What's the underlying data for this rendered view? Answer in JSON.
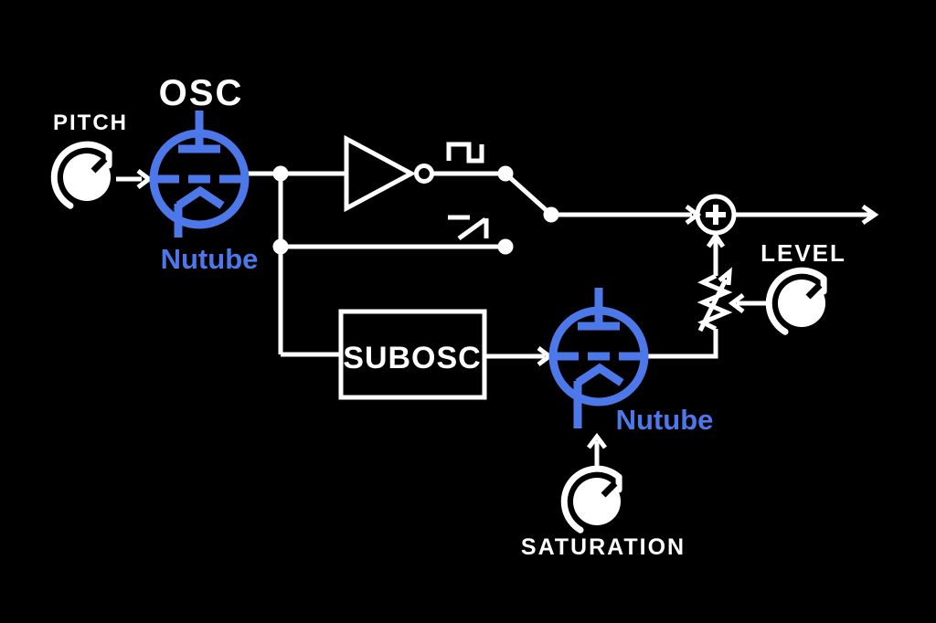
{
  "colors": {
    "background": "#000000",
    "wire": "#ffffff",
    "accent_blue": "#4d78ea",
    "knob_pointer": "#000000"
  },
  "labels": {
    "osc": "OSC",
    "pitch": "PITCH",
    "nutube_osc": "Nutube",
    "subosc": "SUBOSC",
    "level": "LEVEL",
    "nutube_subosc": "Nutube",
    "saturation": "SATURATION"
  },
  "icons": [
    {
      "name": "pitch-knob-icon",
      "glyph": "rotary-knob with arc and pointer"
    },
    {
      "name": "level-knob-icon",
      "glyph": "rotary-knob with arc and pointer"
    },
    {
      "name": "saturation-knob-icon",
      "glyph": "rotary-knob with arc and pointer"
    },
    {
      "name": "nutube-triode-icon",
      "glyph": "vacuum-tube: circle, anode bar, dashed grid, cathode chevron"
    },
    {
      "name": "inverter-icon",
      "glyph": "triangle buffer with inversion bubble"
    },
    {
      "name": "square-wave-icon",
      "glyph": "square pulse"
    },
    {
      "name": "sawtooth-wave-icon",
      "glyph": "saw ramp"
    },
    {
      "name": "waveform-switch-icon",
      "glyph": "selector lever between two poles"
    },
    {
      "name": "sum-node-icon",
      "glyph": "circled plus"
    },
    {
      "name": "variable-resistor-icon",
      "glyph": "zigzag resistor crossed by arrow"
    },
    {
      "name": "output-arrow-icon",
      "glyph": "right arrow"
    }
  ],
  "diagram": {
    "type": "signal-flow",
    "flow": "PITCH knob -> Nutube OSC -> (inverter -> square wave | saw wave) -> switch -> sum -> output; branch -> SUBOSC -> Nutube (SATURATION) -> variable resistor (LEVEL) -> sum"
  }
}
